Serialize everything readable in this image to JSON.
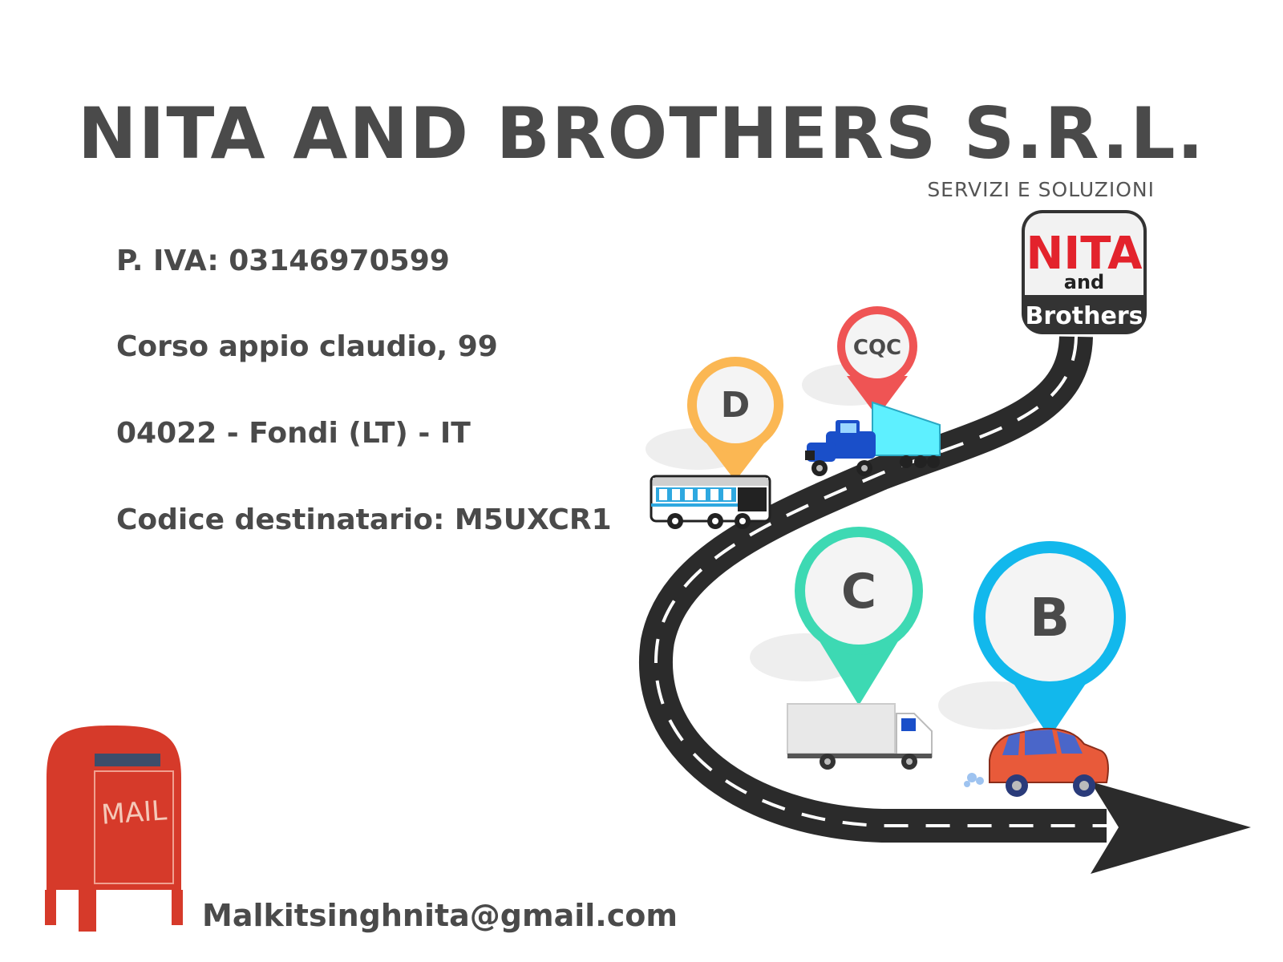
{
  "company": {
    "name": "NITA AND BROTHERS S.R.L.",
    "tagline": "SERVIZI E SOLUZIONI"
  },
  "info": {
    "vat": "P. IVA: 03146970599",
    "address": "Corso appio claudio, 99",
    "city": "04022 - Fondi (LT) - IT",
    "recipient_code": "Codice destinatario: M5UXCR1"
  },
  "contact": {
    "email": "Malkitsinghnita@gmail.com"
  },
  "logo": {
    "line1": "NITA",
    "line2": "and",
    "line3": "Brothers"
  },
  "pins": {
    "cqc": "CQC",
    "d": "D",
    "c": "C",
    "b": "B"
  },
  "mailbox": {
    "label": "MAIL"
  },
  "colors": {
    "text": "#4a4a4a",
    "pin_cqc": "#ef5454",
    "pin_d": "#fbb753",
    "pin_c": "#3dd9b3",
    "pin_b": "#12b8ec",
    "road": "#2b2b2b",
    "logo_red": "#e3232c",
    "mailbox_red": "#d63a2a"
  }
}
